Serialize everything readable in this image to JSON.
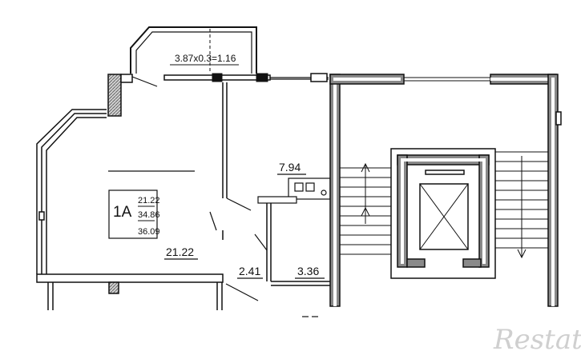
{
  "plan": {
    "balcony_label": "3.87x0.3=1.16",
    "unit": {
      "type_label": "1A",
      "area_living": "21.22",
      "area_total": "34.86",
      "area_total_with_balcony": "36.09"
    },
    "rooms": {
      "living_room_area": "21.22",
      "kitchen_area": "7.94",
      "bathroom_area": "2.41",
      "hall_area": "3.36"
    }
  },
  "watermark": "Restate",
  "colors": {
    "wall_fill": "#8a8a8a",
    "line": "#111111",
    "watermark": "#cfcfcf"
  }
}
